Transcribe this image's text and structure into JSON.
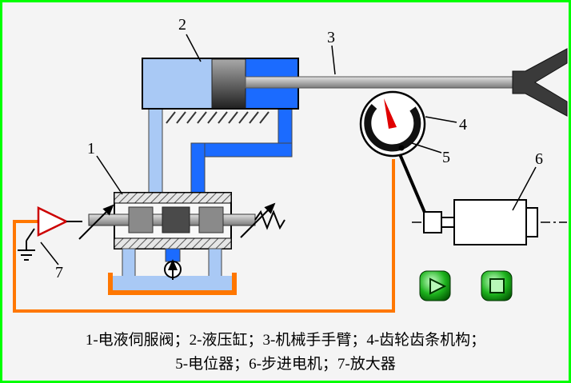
{
  "caption": {
    "line1": "1-电液伺服阀；2-液压缸；3-机械手手臂；4-齿轮齿条机构；",
    "line2": "5-电位器；6-步进电机；7-放大器"
  },
  "part_labels": {
    "servo_valve": "1",
    "hydraulic_cylinder": "2",
    "manipulator_arm": "3",
    "gear_rack": "4",
    "potentiometer": "5",
    "stepper_motor": "6",
    "amplifier": "7"
  },
  "controls": {
    "play_icon": "play-icon",
    "stop_icon": "stop-icon"
  },
  "colors": {
    "frame_border": "#00ff00",
    "background": "#f4f4f4",
    "hydraulic_fluid": "#1b6bff",
    "low_pressure_fluid": "#a9c9f5",
    "feedback_wire": "#ff7700",
    "amplifier_outline": "#cc0000",
    "needle_red": "#e00000",
    "button_green": "#00aa00"
  }
}
